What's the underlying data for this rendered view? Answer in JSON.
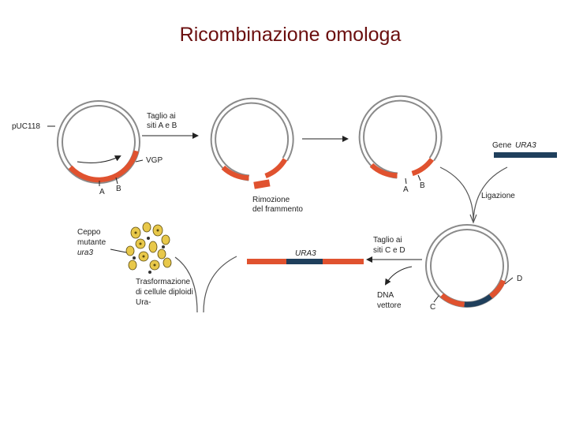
{
  "title": "Ricombinazione omologa",
  "colors": {
    "title": "#6b0f0f",
    "plasmid_outline": "#8a8a8a",
    "vgp_segment": "#e0522f",
    "ura3_gene": "#1f3f5c",
    "yeast_cell": "#e8c84a"
  },
  "labels": {
    "puc118": "pUC118",
    "cut_ab_line1": "Taglio ai",
    "cut_ab_line2": "siti A e B",
    "vgp": "VGP",
    "site_a": "A",
    "site_b": "B",
    "removal_line1": "Rimozione",
    "removal_line2": "del frammento",
    "site_a2": "A",
    "site_b2": "B",
    "gene_prefix": "Gene",
    "gene_name": "URA3",
    "ligation": "Ligazione",
    "cut_cd_line1": "Taglio ai",
    "cut_cd_line2": "siti C e D",
    "site_c": "C",
    "site_d": "D",
    "dna_vector_line1": "DNA",
    "dna_vector_line2": "vettore",
    "ura3_fragment": "URA3",
    "strain_line1": "Ceppo",
    "strain_line2": "mutante",
    "strain_line3": "ura3",
    "transform_line1": "Trasformazione",
    "transform_line2": "di cellule diploidi",
    "transform_line3": "Ura-"
  }
}
